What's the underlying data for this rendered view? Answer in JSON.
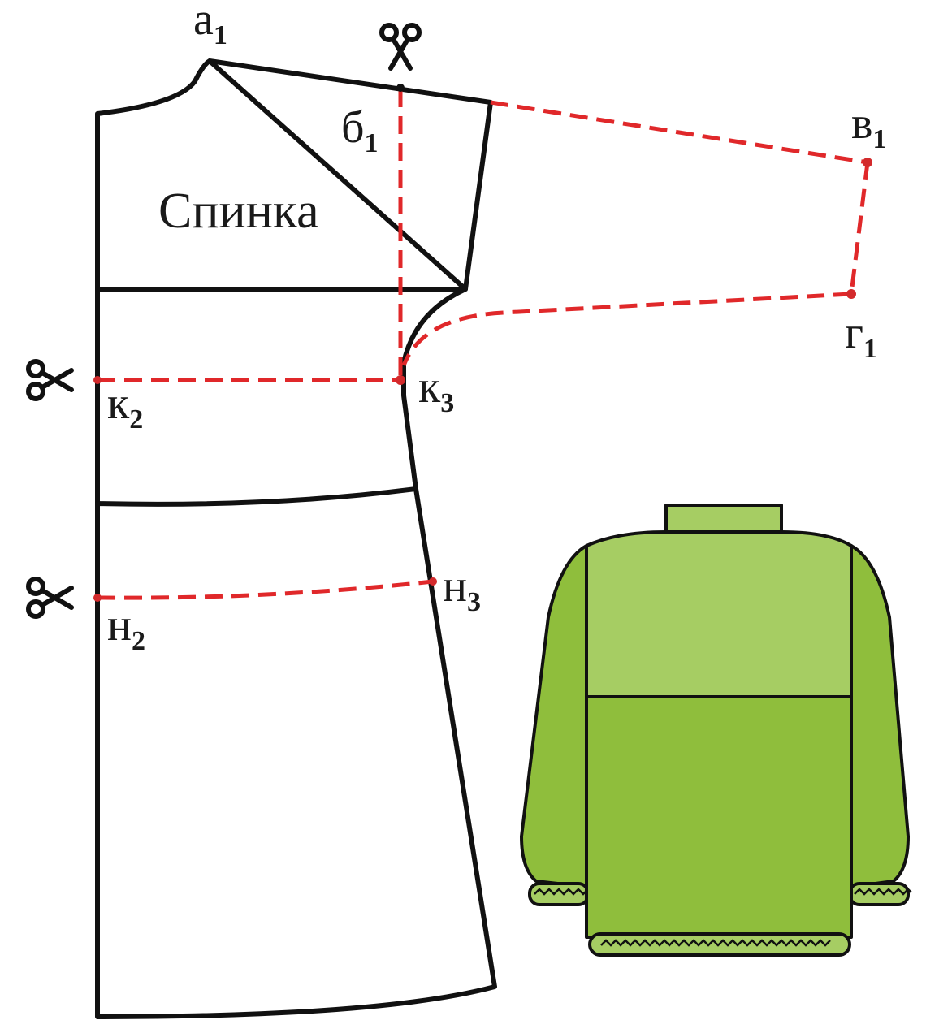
{
  "pattern": {
    "piece_label": "Спинка",
    "points": {
      "a1": {
        "base": "а",
        "sub": "1"
      },
      "b1": {
        "base": "б",
        "sub": "1"
      },
      "v1": {
        "base": "в",
        "sub": "1"
      },
      "g1": {
        "base": "г",
        "sub": "1"
      },
      "k2": {
        "base": "к",
        "sub": "2"
      },
      "k3": {
        "base": "к",
        "sub": "3"
      },
      "n2": {
        "base": "н",
        "sub": "2"
      },
      "n3": {
        "base": "н",
        "sub": "3"
      }
    }
  },
  "icons": {
    "scissors": "scissors-icon",
    "sweater": "sweater-illustration"
  },
  "colors": {
    "outline": "#111111",
    "cut_line": "#e0282a",
    "yoke_green": "#a6cd63",
    "body_green": "#8fbe3c",
    "sleeve_green": "#8fbe3c"
  }
}
